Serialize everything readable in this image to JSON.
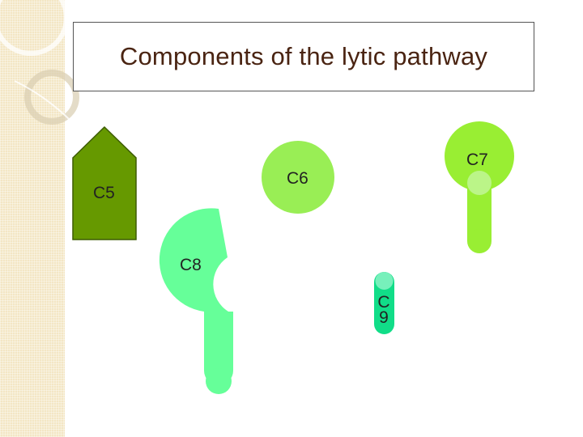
{
  "slide": {
    "title": "Components of the lytic pathway",
    "accent_strip_color": "#f3e6c4"
  },
  "components": {
    "c5": {
      "label": "C5",
      "color": "#669900"
    },
    "c6": {
      "label": "C6",
      "color": "#99ee55"
    },
    "c7": {
      "label": "C7",
      "color": "#99ee33",
      "head_color": "#bbf588"
    },
    "c8": {
      "label": "C8",
      "color": "#66ff99"
    },
    "c9": {
      "label_line1": "C",
      "label_line2": "9",
      "color": "#11dd88",
      "tip_color": "#77f0bb"
    }
  }
}
